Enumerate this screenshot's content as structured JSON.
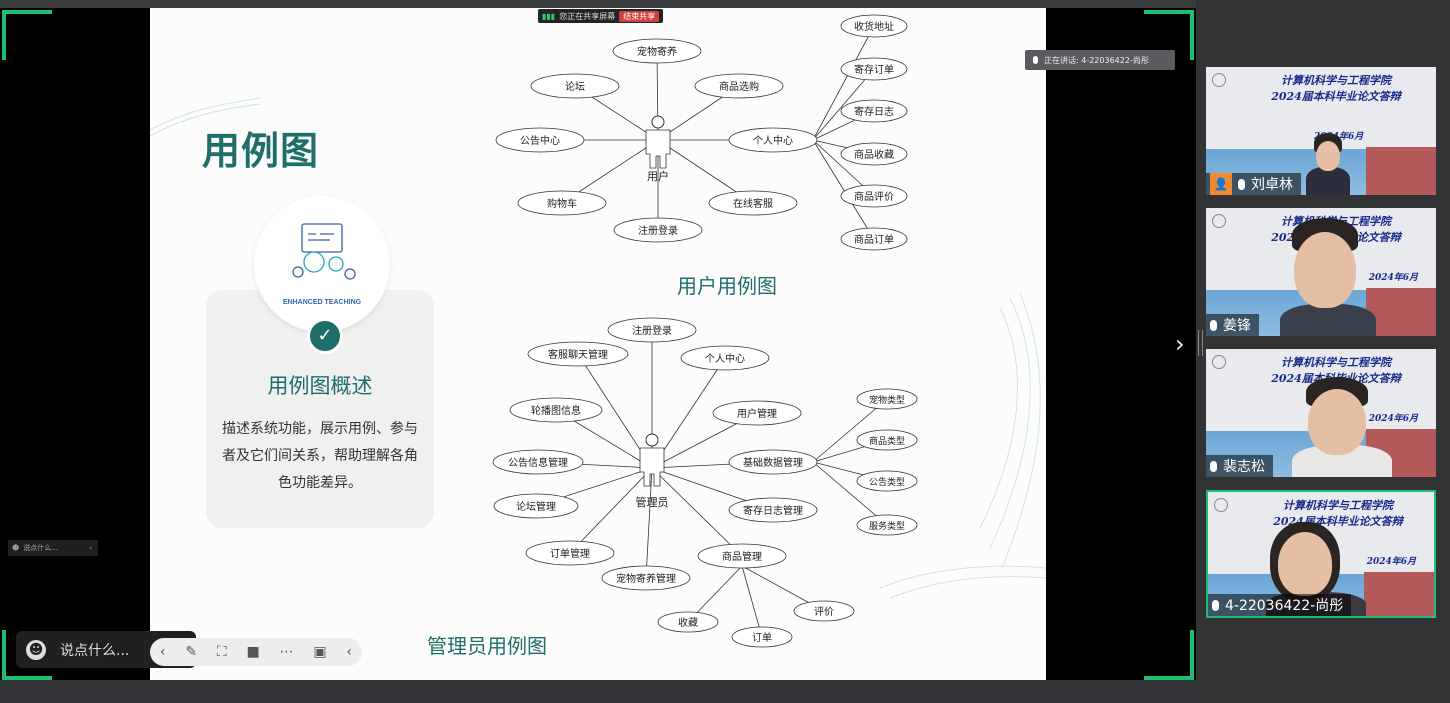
{
  "slide": {
    "title": "用例图",
    "badge_text": "ENHANCED TEACHING",
    "card_title": "用例图概述",
    "card_desc": "描述系统功能，展示用例、参与者及它们间关系，帮助理解各角色功能差异。",
    "user_diagram": {
      "caption": "用户用例图",
      "actor": "用户",
      "usecases": [
        "宠物寄养",
        "论坛",
        "商品选购",
        "公告中心",
        "个人中心",
        "购物车",
        "在线客服",
        "注册登录"
      ],
      "subcases": [
        "收货地址",
        "寄存订单",
        "寄存日志",
        "商品收藏",
        "商品评价",
        "商品订单"
      ]
    },
    "admin_diagram": {
      "caption": "管理员用例图",
      "actor": "管理员",
      "usecases": [
        "注册登录",
        "客服聊天管理",
        "个人中心",
        "轮播图信息",
        "用户管理",
        "公告信息管理",
        "基础数据管理",
        "论坛管理",
        "寄存日志管理",
        "订单管理",
        "商品管理",
        "宠物寄养管理"
      ],
      "data_subcases": [
        "宠物类型",
        "商品类型",
        "公告类型",
        "服务类型"
      ],
      "goods_subcases": [
        "收藏",
        "订单",
        "评价"
      ]
    }
  },
  "share_banner": {
    "text": "您正在共享屏幕",
    "stop_label": "结束共享"
  },
  "speaking": {
    "text": "正在讲话: 4-22036422-尚彤"
  },
  "chat": {
    "placeholder": "说点什么...",
    "mini_placeholder": "说点什么..."
  },
  "toolbar": {
    "icons": [
      "pen-icon",
      "screenshot-icon",
      "camera-icon",
      "more-icon",
      "save-icon",
      "collapse-icon"
    ]
  },
  "participants": [
    {
      "name": "刘卓林",
      "line1": "计算机科学与工程学院",
      "line2": "2024届本科毕业论文答辩",
      "date": "2024年6月"
    },
    {
      "name": "姜锋",
      "line1": "计算机科学与工程学院",
      "line2": "2024届本科毕业论文答辩",
      "date": "2024年6月"
    },
    {
      "name": "裴志松",
      "line1": "计算机科学与工程学院",
      "line2": "2024届本科毕业论文答辩",
      "date": "2024年6月"
    },
    {
      "name": "4-22036422-尚彤",
      "line1": "计算机科学与工程学院",
      "line2": "2024届本科毕业论文答辩",
      "date": "2024年6月"
    }
  ],
  "colors": {
    "accent": "#1fbf72",
    "teal": "#1f6e6a",
    "stop": "#d0413e"
  }
}
